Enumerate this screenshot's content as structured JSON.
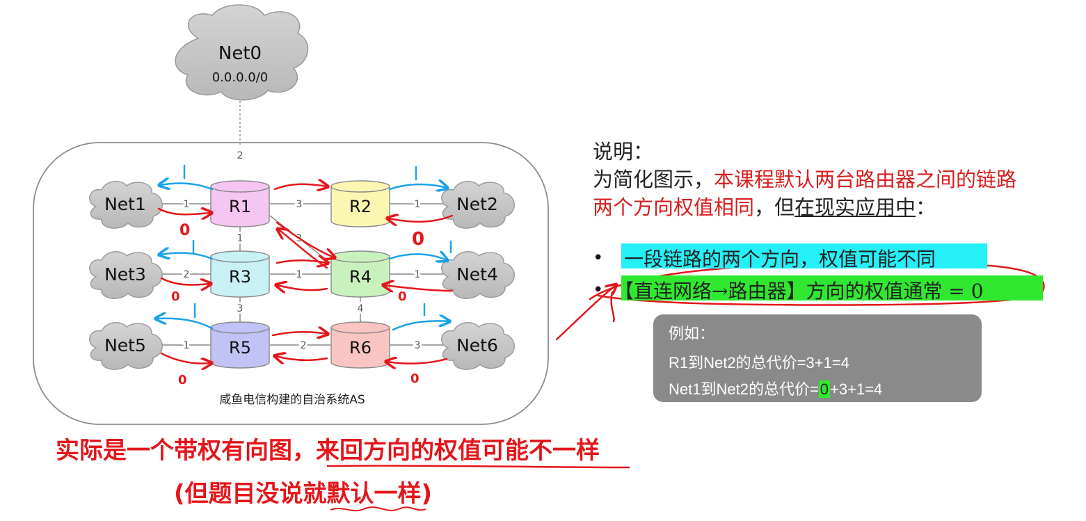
{
  "network": {
    "internet": {
      "name": "Net0",
      "prefix": "0.0.0.0/0"
    },
    "routers": [
      "R1",
      "R2",
      "R3",
      "R4",
      "R5",
      "R6"
    ],
    "nets": [
      "Net1",
      "Net2",
      "Net3",
      "Net4",
      "Net5",
      "Net6"
    ],
    "link_weights": {
      "r1_net0": "2",
      "net1_r1": "1",
      "r1_r2": "3",
      "r2_net2": "1",
      "r1_r3": "1",
      "r1_r4": "3",
      "net3_r3": "2",
      "r3_r4": "1",
      "r4_net4": "1",
      "r3_r5": "3",
      "r4_r6": "4",
      "net5_r5": "1",
      "r5_r6": "2",
      "r6_net6": "3"
    },
    "as_caption": "咸鱼电信构建的自治系统AS",
    "colors": {
      "R1": "#f6c6f3",
      "R2": "#fbf7b3",
      "R3": "#c8f1f6",
      "R4": "#c9f1bd",
      "R5": "#c1c2f6",
      "R6": "#f8c5c2",
      "annotation_red": "#e4161b",
      "annotation_blue": "#1aa2e8"
    }
  },
  "annotations": {
    "zero_marks": [
      "0",
      "0",
      "0",
      "0",
      "0",
      "0"
    ],
    "one_marks": [
      "1",
      "1",
      "1",
      "1",
      "1",
      "1"
    ]
  },
  "explanation": {
    "heading": "说明：",
    "line2_plain": "为简化图示，",
    "line2_red": "本课程默认两台路由器之间的链路",
    "line3_red": "两个方向权值相同",
    "line3_plain": "，但",
    "line3_underlined": "在现实应用中",
    "line3_end": "：",
    "bullet_symbol": "•",
    "bullet1": "一段链路的两个方向，权值可能不同",
    "bullet2": "【直连网络→路由器】方向的权值通常 = 0"
  },
  "example": {
    "title": "例如：",
    "line1": "R1到Net2的总代价=3+1=4",
    "line2_prefix": "Net1到Net2的总代价=",
    "line2_zero": "0",
    "line2_suffix": "+3+1=4"
  },
  "bottom_notes": {
    "line1": "实际是一个带权有向图，来回方向的权值可能不一样",
    "line2": "(但题目没说就默认一样)"
  }
}
